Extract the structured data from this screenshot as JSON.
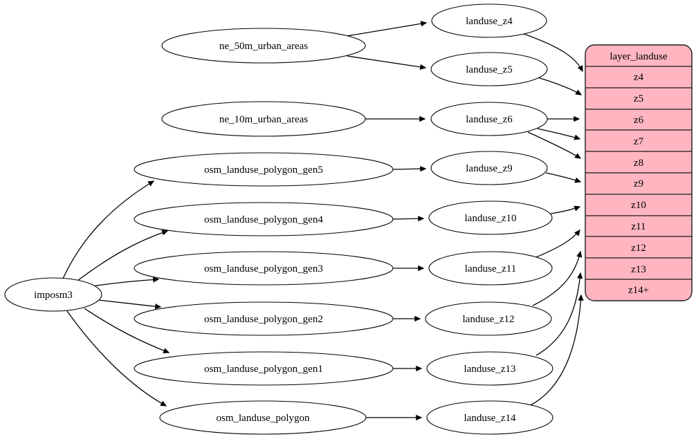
{
  "diagram": {
    "kind": "etl-graph",
    "colors": {
      "background": "#ffffff",
      "node_fill": "#ffffff",
      "node_stroke": "#000000",
      "edge_color": "#000000",
      "table_fill": "#ffb6c1",
      "table_stroke": "#1a1a1a"
    },
    "nodes": {
      "imposm3": {
        "label": "imposm3"
      },
      "ne_50m": {
        "label": "ne_50m_urban_areas"
      },
      "ne_10m": {
        "label": "ne_10m_urban_areas"
      },
      "gen5": {
        "label": "osm_landuse_polygon_gen5"
      },
      "gen4": {
        "label": "osm_landuse_polygon_gen4"
      },
      "gen3": {
        "label": "osm_landuse_polygon_gen3"
      },
      "gen2": {
        "label": "osm_landuse_polygon_gen2"
      },
      "gen1": {
        "label": "osm_landuse_polygon_gen1"
      },
      "polygon": {
        "label": "osm_landuse_polygon"
      },
      "z4": {
        "label": "landuse_z4"
      },
      "z5": {
        "label": "landuse_z5"
      },
      "z6": {
        "label": "landuse_z6"
      },
      "z9": {
        "label": "landuse_z9"
      },
      "z10": {
        "label": "landuse_z10"
      },
      "z11": {
        "label": "landuse_z11"
      },
      "z12": {
        "label": "landuse_z12"
      },
      "z13": {
        "label": "landuse_z13"
      },
      "z14": {
        "label": "landuse_z14"
      }
    },
    "layer_table": {
      "title": "layer_landuse",
      "rows": [
        "z4",
        "z5",
        "z6",
        "z7",
        "z8",
        "z9",
        "z10",
        "z11",
        "z12",
        "z13",
        "z14+"
      ]
    },
    "edges": [
      {
        "from": "ne_50m_urban_areas",
        "to": "landuse_z4"
      },
      {
        "from": "ne_50m_urban_areas",
        "to": "landuse_z5"
      },
      {
        "from": "ne_10m_urban_areas",
        "to": "landuse_z6"
      },
      {
        "from": "imposm3",
        "to": "osm_landuse_polygon_gen5"
      },
      {
        "from": "imposm3",
        "to": "osm_landuse_polygon_gen4"
      },
      {
        "from": "imposm3",
        "to": "osm_landuse_polygon_gen3"
      },
      {
        "from": "imposm3",
        "to": "osm_landuse_polygon_gen2"
      },
      {
        "from": "imposm3",
        "to": "osm_landuse_polygon_gen1"
      },
      {
        "from": "imposm3",
        "to": "osm_landuse_polygon"
      },
      {
        "from": "osm_landuse_polygon_gen5",
        "to": "landuse_z9"
      },
      {
        "from": "osm_landuse_polygon_gen4",
        "to": "landuse_z10"
      },
      {
        "from": "osm_landuse_polygon_gen3",
        "to": "landuse_z11"
      },
      {
        "from": "osm_landuse_polygon_gen2",
        "to": "landuse_z12"
      },
      {
        "from": "osm_landuse_polygon_gen1",
        "to": "landuse_z13"
      },
      {
        "from": "osm_landuse_polygon",
        "to": "landuse_z14"
      },
      {
        "from": "landuse_z4",
        "to": "layer_landuse.z4"
      },
      {
        "from": "landuse_z5",
        "to": "layer_landuse.z5"
      },
      {
        "from": "landuse_z6",
        "to": "layer_landuse.z6"
      },
      {
        "from": "landuse_z6",
        "to": "layer_landuse.z7"
      },
      {
        "from": "landuse_z6",
        "to": "layer_landuse.z8"
      },
      {
        "from": "landuse_z9",
        "to": "layer_landuse.z9"
      },
      {
        "from": "landuse_z10",
        "to": "layer_landuse.z10"
      },
      {
        "from": "landuse_z11",
        "to": "layer_landuse.z11"
      },
      {
        "from": "landuse_z12",
        "to": "layer_landuse.z12"
      },
      {
        "from": "landuse_z13",
        "to": "layer_landuse.z13"
      },
      {
        "from": "landuse_z14",
        "to": "layer_landuse.z14+"
      }
    ]
  }
}
